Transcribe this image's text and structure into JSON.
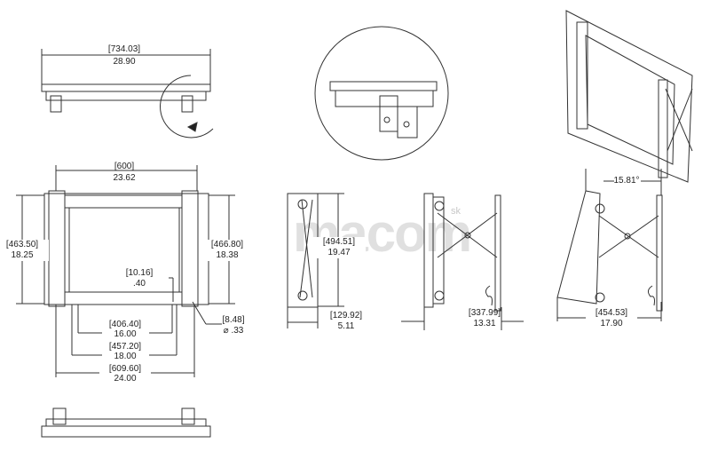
{
  "dimensions": {
    "top_width": {
      "mm": "[734.03]",
      "in": "28.90"
    },
    "front_width": {
      "mm": "[600]",
      "in": "23.62"
    },
    "left_height": {
      "mm": "[463.50]",
      "in": "18.25"
    },
    "right_height": {
      "mm": "[466.80]",
      "in": "18.38"
    },
    "slot_offset": {
      "mm": "[10.16]",
      "in": ".40"
    },
    "hole_spacing_1": {
      "mm": "[406.40]",
      "in": "16.00"
    },
    "hole_spacing_2": {
      "mm": "[457.20]",
      "in": "18.00"
    },
    "overall_width": {
      "mm": "[609.60]",
      "in": "24.00"
    },
    "hole_diameter": {
      "mm": "[8.48]",
      "in": "⌀ .33"
    },
    "side_height": {
      "mm": "[494.51]",
      "in": "19.47"
    },
    "collapsed_depth": {
      "mm": "[129.92]",
      "in": "5.11"
    },
    "extended_depth": {
      "mm": "[337.99]",
      "in": "13.31"
    },
    "tilted_depth": {
      "mm": "[454.53]",
      "in": "17.90"
    },
    "tilt_angle": "15.81°"
  },
  "watermark": {
    "text": "macom",
    "suffix": "sk"
  }
}
